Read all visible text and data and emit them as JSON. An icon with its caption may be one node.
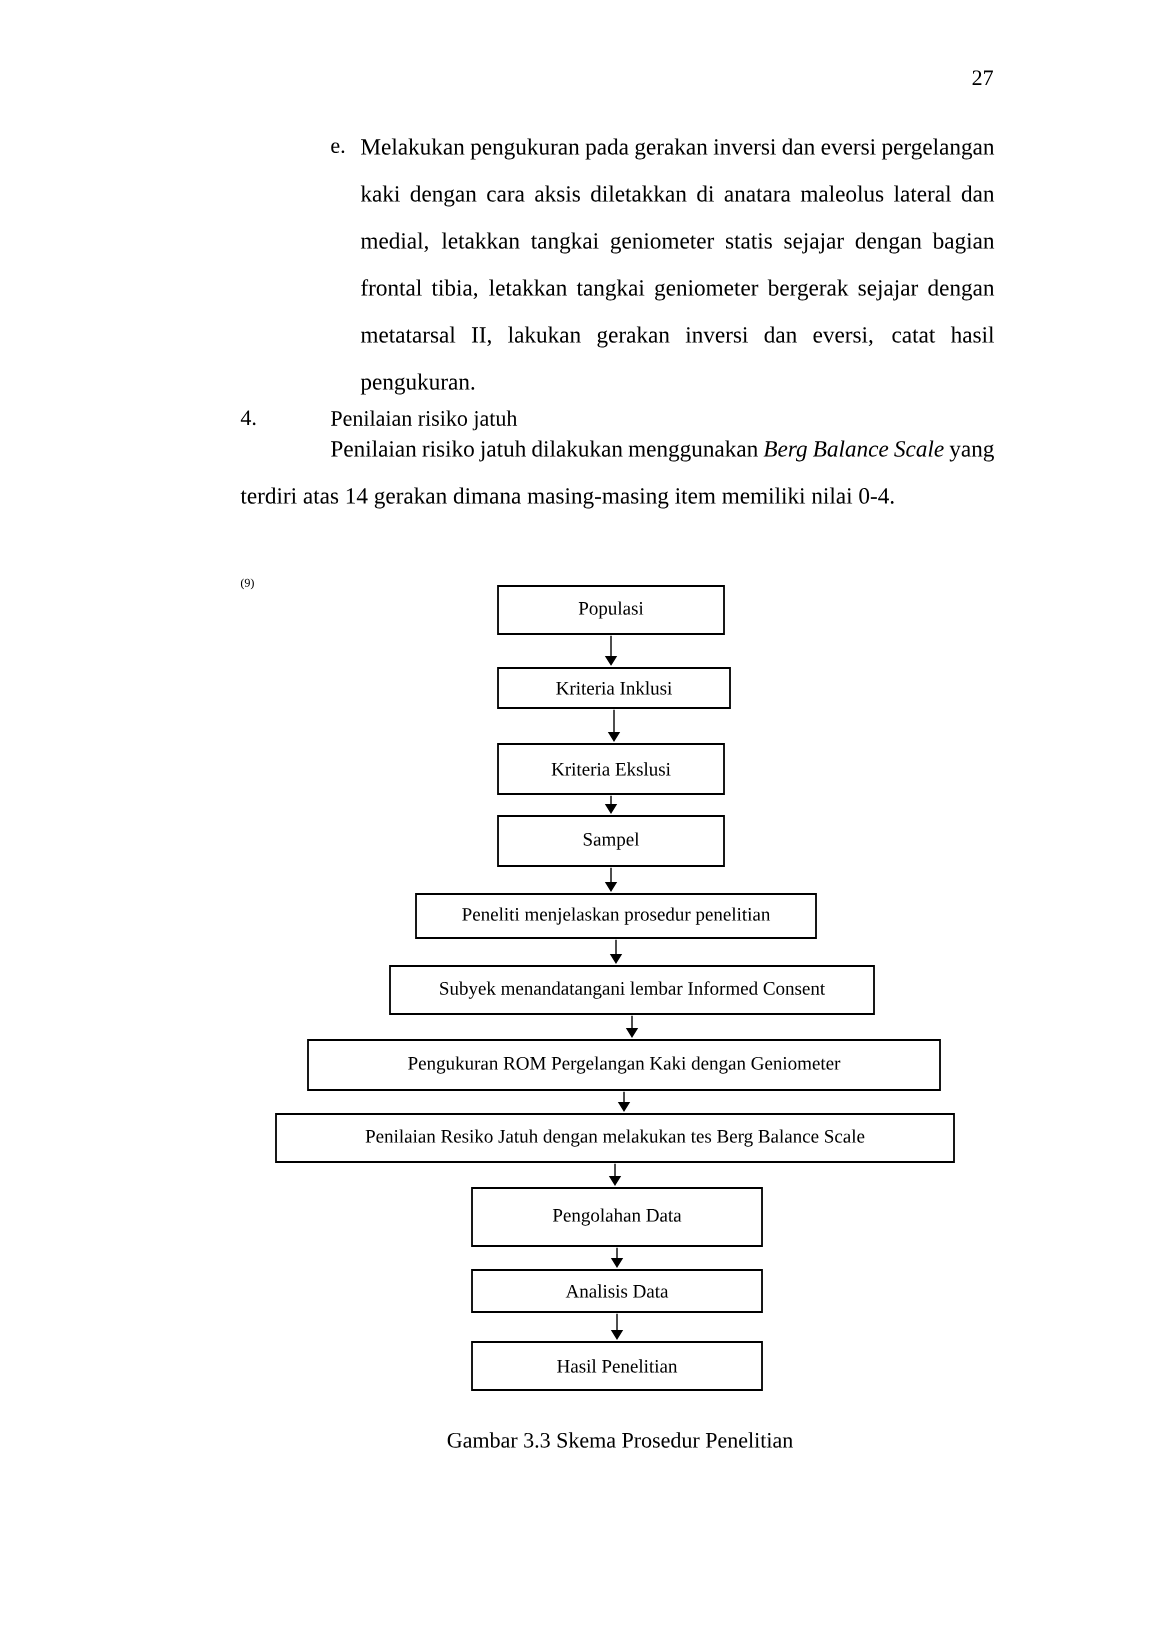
{
  "diagram": {
    "caption": "Gambar 3.3 Skema Prosedur Penelitian",
    "nodes": [
      {
        "text": [
          "Populasi"
        ]
      },
      {
        "text": [
          "Kriteria Inklusi"
        ]
      },
      {
        "text": [
          "Kriteria Ekslusi"
        ]
      },
      {
        "text": [
          "Sampel"
        ]
      },
      {
        "text": [
          "Peneliti menjelaskan prosedur penelitian"
        ]
      },
      {
        "text": [
          "Subyek menandatangani lembar Informed Consent"
        ]
      },
      {
        "text": [
          "Pengukuran ROM Pergelangan Kaki dengan Geniometer"
        ]
      },
      {
        "text": [
          "Penilaian Resiko Jatuh dengan melakukan tes Berg Balance Scale"
        ]
      },
      {
        "text": [
          "Pengolahan Data"
        ]
      },
      {
        "text": [
          "Analisis Data"
        ]
      },
      {
        "text": [
          "Hasil Penelitian"
        ]
      }
    ],
    "edges": [
      {
        "from": 0,
        "to": 1,
        "arrow": "to"
      },
      {
        "from": 1,
        "to": 2,
        "arrow": "to"
      },
      {
        "from": 2,
        "to": 3,
        "arrow": "to"
      },
      {
        "from": 3,
        "to": 4,
        "arrow": "to"
      },
      {
        "from": 4,
        "to": 5,
        "arrow": "to"
      },
      {
        "from": 5,
        "to": 6,
        "arrow": "to"
      },
      {
        "from": 6,
        "to": 7,
        "arrow": "to"
      },
      {
        "from": 7,
        "to": 8,
        "arrow": "to"
      },
      {
        "from": 8,
        "to": 9,
        "arrow": "to"
      },
      {
        "from": 9,
        "to": 10,
        "arrow": "to"
      }
    ],
    "labels": [
      "27",
      "e.",
      "Melakukan pengukuran pada gerakan inversi dan eversi pergelangan kaki dengan cara aksis diletakkan di anatara maleolus lateral dan medial, letakkan tangkai geniometer statis sejajar dengan bagian frontal tibia, letakkan tangkai geniometer bergerak sejajar dengan metatarsal II, lakukan gerakan inversi dan eversi, catat hasil pengukuran.",
      "4.",
      "Penilaian risiko jatuh",
      "Penilaian risiko jatuh dilakukan menggunakan *Berg Balance Scale* yang terdiri atas 14 gerakan dimana masing-masing item memiliki nilai 0-4.",
      "(9)"
    ]
  }
}
